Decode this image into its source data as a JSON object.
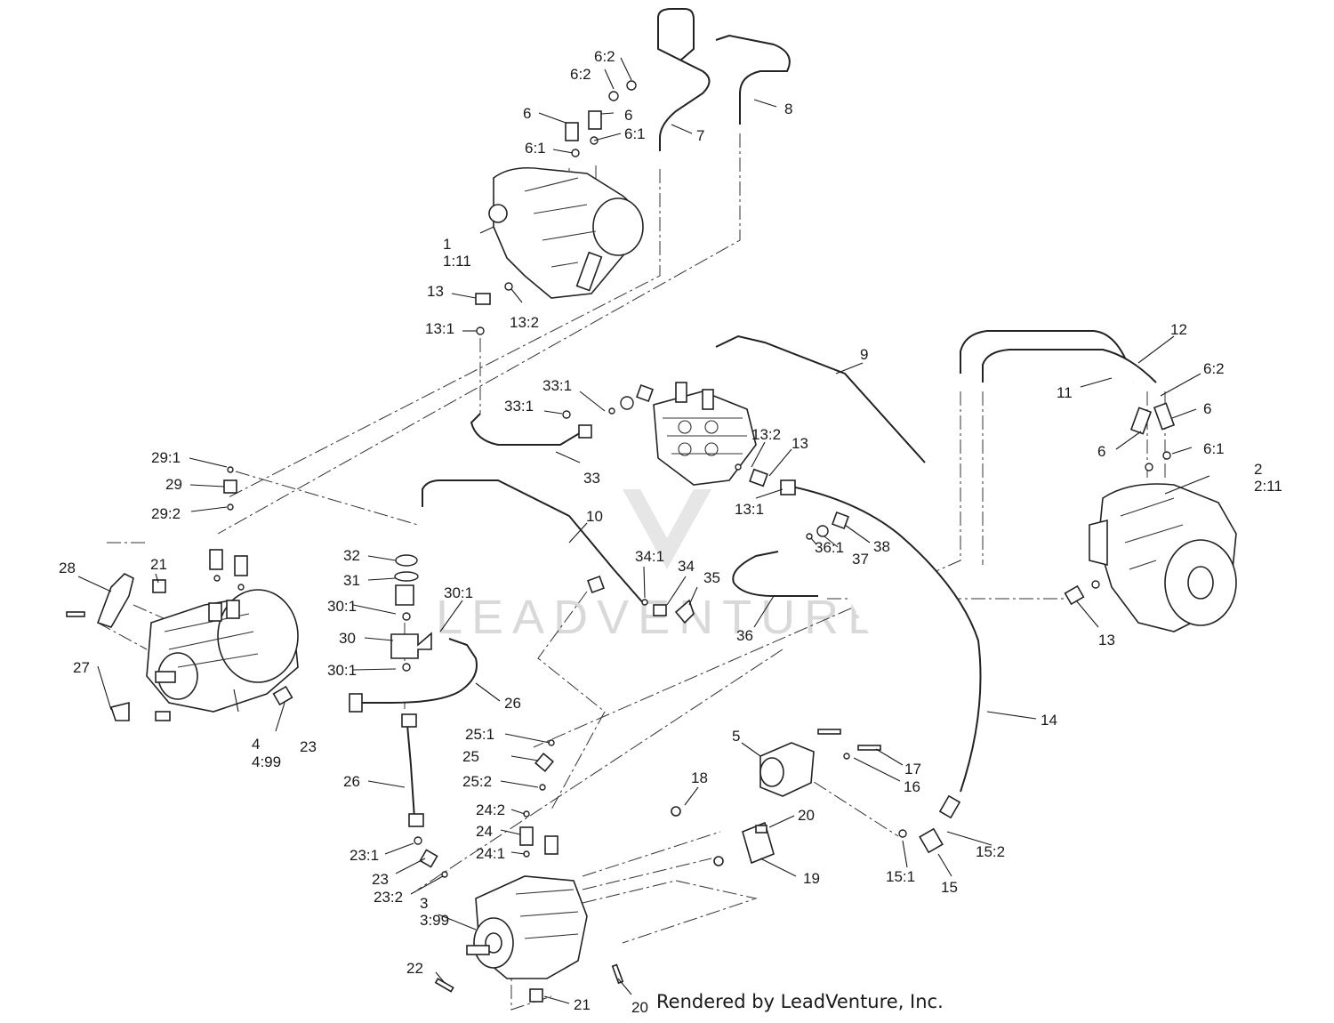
{
  "watermark": "LEADVENTURE",
  "credit": "Rendered by LeadVenture, Inc.",
  "callouts": [
    {
      "id": "c-1",
      "text": "1"
    },
    {
      "id": "c-1-11",
      "text": "1:11"
    },
    {
      "id": "c-2",
      "text": "2"
    },
    {
      "id": "c-2-11",
      "text": "2:11"
    },
    {
      "id": "c-3",
      "text": "3"
    },
    {
      "id": "c-3-99",
      "text": "3:99"
    },
    {
      "id": "c-4",
      "text": "4"
    },
    {
      "id": "c-4-99",
      "text": "4:99"
    },
    {
      "id": "c-5",
      "text": "5"
    },
    {
      "id": "c-6a",
      "text": "6"
    },
    {
      "id": "c-6b",
      "text": "6"
    },
    {
      "id": "c-6c",
      "text": "6"
    },
    {
      "id": "c-6d",
      "text": "6"
    },
    {
      "id": "c-6-1a",
      "text": "6:1"
    },
    {
      "id": "c-6-1b",
      "text": "6:1"
    },
    {
      "id": "c-6-1c",
      "text": "6:1"
    },
    {
      "id": "c-6-2a",
      "text": "6:2"
    },
    {
      "id": "c-6-2b",
      "text": "6:2"
    },
    {
      "id": "c-6-2c",
      "text": "6:2"
    },
    {
      "id": "c-7",
      "text": "7"
    },
    {
      "id": "c-8",
      "text": "8"
    },
    {
      "id": "c-9",
      "text": "9"
    },
    {
      "id": "c-10",
      "text": "10"
    },
    {
      "id": "c-11",
      "text": "11"
    },
    {
      "id": "c-12",
      "text": "12"
    },
    {
      "id": "c-13a",
      "text": "13"
    },
    {
      "id": "c-13b",
      "text": "13"
    },
    {
      "id": "c-13c",
      "text": "13"
    },
    {
      "id": "c-13-1a",
      "text": "13:1"
    },
    {
      "id": "c-13-1b",
      "text": "13:1"
    },
    {
      "id": "c-13-2a",
      "text": "13:2"
    },
    {
      "id": "c-13-2b",
      "text": "13:2"
    },
    {
      "id": "c-14",
      "text": "14"
    },
    {
      "id": "c-15",
      "text": "15"
    },
    {
      "id": "c-15-1",
      "text": "15:1"
    },
    {
      "id": "c-15-2",
      "text": "15:2"
    },
    {
      "id": "c-16",
      "text": "16"
    },
    {
      "id": "c-17",
      "text": "17"
    },
    {
      "id": "c-18",
      "text": "18"
    },
    {
      "id": "c-19",
      "text": "19"
    },
    {
      "id": "c-20a",
      "text": "20"
    },
    {
      "id": "c-20b",
      "text": "20"
    },
    {
      "id": "c-21a",
      "text": "21"
    },
    {
      "id": "c-21b",
      "text": "21"
    },
    {
      "id": "c-22",
      "text": "22"
    },
    {
      "id": "c-23a",
      "text": "23"
    },
    {
      "id": "c-23b",
      "text": "23"
    },
    {
      "id": "c-23-1",
      "text": "23:1"
    },
    {
      "id": "c-23-2",
      "text": "23:2"
    },
    {
      "id": "c-24",
      "text": "24"
    },
    {
      "id": "c-24-1",
      "text": "24:1"
    },
    {
      "id": "c-24-2",
      "text": "24:2"
    },
    {
      "id": "c-25",
      "text": "25"
    },
    {
      "id": "c-25-1",
      "text": "25:1"
    },
    {
      "id": "c-25-2",
      "text": "25:2"
    },
    {
      "id": "c-26a",
      "text": "26"
    },
    {
      "id": "c-26b",
      "text": "26"
    },
    {
      "id": "c-27",
      "text": "27"
    },
    {
      "id": "c-28",
      "text": "28"
    },
    {
      "id": "c-29",
      "text": "29"
    },
    {
      "id": "c-29-1",
      "text": "29:1"
    },
    {
      "id": "c-29-2",
      "text": "29:2"
    },
    {
      "id": "c-30",
      "text": "30"
    },
    {
      "id": "c-30-1a",
      "text": "30:1"
    },
    {
      "id": "c-30-1b",
      "text": "30:1"
    },
    {
      "id": "c-30-1c",
      "text": "30:1"
    },
    {
      "id": "c-31",
      "text": "31"
    },
    {
      "id": "c-32",
      "text": "32"
    },
    {
      "id": "c-33",
      "text": "33"
    },
    {
      "id": "c-33-1a",
      "text": "33:1"
    },
    {
      "id": "c-33-1b",
      "text": "33:1"
    },
    {
      "id": "c-34",
      "text": "34"
    },
    {
      "id": "c-34-1",
      "text": "34:1"
    },
    {
      "id": "c-35",
      "text": "35"
    },
    {
      "id": "c-36",
      "text": "36"
    },
    {
      "id": "c-36-1",
      "text": "36:1"
    },
    {
      "id": "c-37",
      "text": "37"
    },
    {
      "id": "c-38",
      "text": "38"
    }
  ]
}
